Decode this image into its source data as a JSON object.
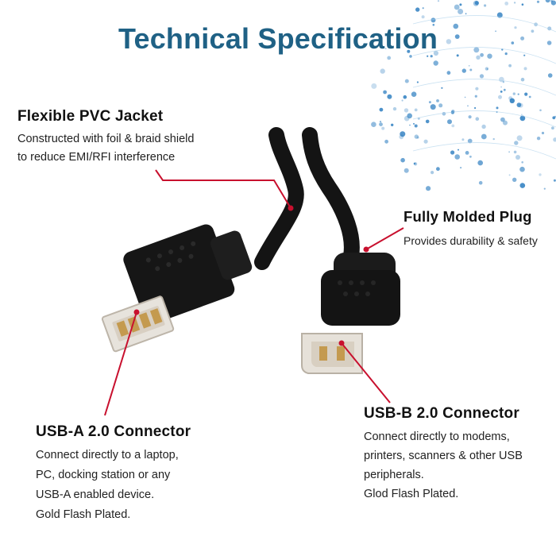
{
  "title": "Technical Specification",
  "callouts": {
    "pvc_jacket": {
      "heading": "Flexible PVC Jacket",
      "lines": [
        "Constructed with foil & braid shield",
        "to reduce EMI/RFI interference"
      ]
    },
    "molded_plug": {
      "heading": "Fully Molded Plug",
      "lines": [
        "Provides durability & safety"
      ]
    },
    "usb_b": {
      "heading": "USB-B 2.0 Connector",
      "lines": [
        "Connect directly to modems,",
        "printers, scanners & other USB",
        "peripherals.",
        "Glod Flash Plated."
      ]
    },
    "usb_a": {
      "heading": "USB-A 2.0 Connector",
      "lines": [
        "Connect directly to a laptop,",
        "PC, docking station or any",
        "USB-A enabled device.",
        "Gold Flash Plated."
      ]
    }
  },
  "colors": {
    "title": "#1f6185",
    "callout_line": "#c8102e",
    "cable": "#141414",
    "dots": "#2f7fc1"
  }
}
